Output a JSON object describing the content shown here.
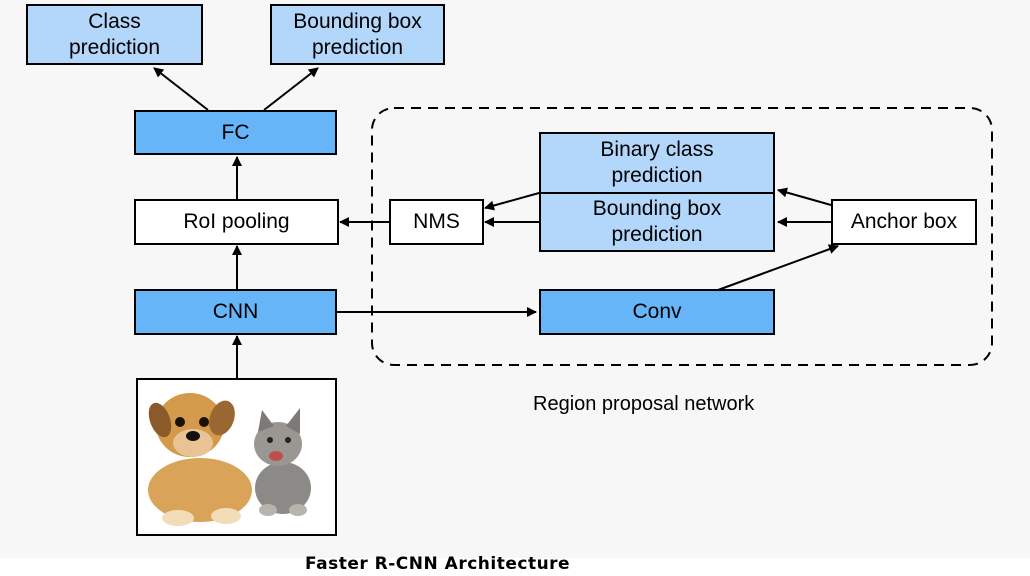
{
  "nodes": {
    "class_prediction": "Class prediction",
    "bbox_prediction_top": "Bounding box prediction",
    "fc": "FC",
    "roi_pooling": "RoI pooling",
    "cnn": "CNN",
    "nms": "NMS",
    "binary_class_prediction": "Binary class prediction",
    "bbox_prediction_rpn": "Bounding box prediction",
    "anchor_box": "Anchor box",
    "conv": "Conv"
  },
  "rpn_label": "Region proposal network",
  "caption": "Faster R-CNN Architecture",
  "colors": {
    "light_blue": "#b3d6fb",
    "mid_blue": "#66b5f8",
    "background": "#f7f7f7"
  }
}
